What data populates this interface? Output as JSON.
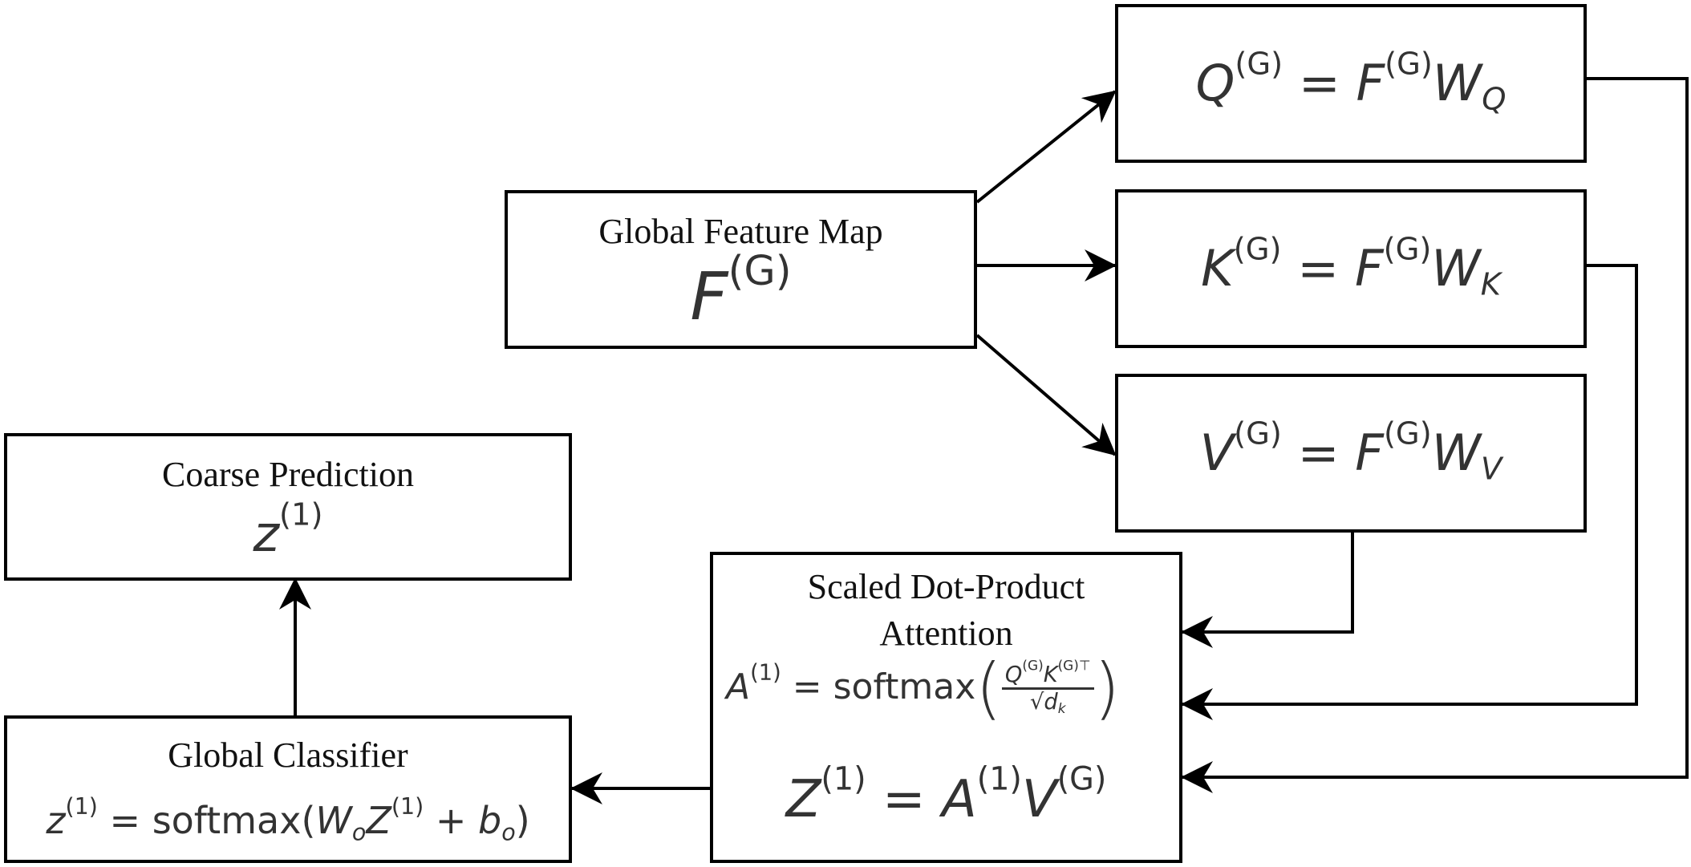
{
  "boxes": {
    "global_feature_map": {
      "title": "Global Feature Map",
      "symbol": "F",
      "sup": "(G)"
    },
    "query": {
      "lhs": "Q",
      "lhs_sup": "(G)",
      "eq": "=",
      "rhs": "F",
      "rhs_sup": "(G)",
      "w": "W",
      "w_sub": "Q"
    },
    "key": {
      "lhs": "K",
      "lhs_sup": "(G)",
      "eq": "=",
      "rhs": "F",
      "rhs_sup": "(G)",
      "w": "W",
      "w_sub": "K"
    },
    "value": {
      "lhs": "V",
      "lhs_sup": "(G)",
      "eq": "=",
      "rhs": "F",
      "rhs_sup": "(G)",
      "w": "W",
      "w_sub": "V"
    },
    "attention": {
      "title_line1": "Scaled Dot-Product",
      "title_line2": "Attention",
      "a_lhs": "A",
      "a_sup": "(1)",
      "eq": "=",
      "softmax": "softmax",
      "num_q": "Q",
      "num_q_sup": "(G)",
      "num_k": "K",
      "num_k_sup": "(G)⊤",
      "den_root": "√",
      "den_d": "d",
      "den_sub": "k",
      "z_lhs": "Z",
      "z_sup": "(1)",
      "z_a": "A",
      "z_a_sup": "(1)",
      "z_v": "V",
      "z_v_sup": "(G)"
    },
    "global_classifier": {
      "title": "Global Classifier",
      "lhs": "z",
      "lhs_sup": "(1)",
      "eq": "=",
      "softmax": "softmax(",
      "w": "W",
      "w_sub": "o",
      "z": "Z",
      "z_sup": "(1)",
      "plus": "+",
      "b": "b",
      "b_sub": "o",
      "close": ")"
    },
    "coarse_prediction": {
      "title": "Coarse Prediction",
      "symbol": "z",
      "sup": "(1)"
    }
  }
}
